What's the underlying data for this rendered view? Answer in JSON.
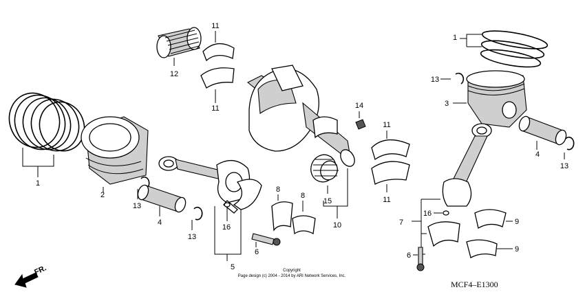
{
  "diagram_code": "MCF4–E1300",
  "copyright_line1": "Copyright",
  "copyright_line2": "Page design (c) 2004 - 2014 by ARI Network Services, Inc.",
  "direction_label": "FR.",
  "callouts": {
    "c1_left": "1",
    "c1_right": "1",
    "c2": "2",
    "c3": "3",
    "c4_left": "4",
    "c4_right": "4",
    "c5": "5",
    "c6_left": "6",
    "c6_right": "6",
    "c7": "7",
    "c8_a": "8",
    "c8_b": "8",
    "c9_a": "9",
    "c9_b": "9",
    "c10": "10",
    "c11_top": "11",
    "c11_mid": "11",
    "c11_r_top": "11",
    "c11_r_bot": "11",
    "c12": "12",
    "c13_l1": "13",
    "c13_l2": "13",
    "c13_r1": "13",
    "c13_r2": "13",
    "c14": "14",
    "c15": "15",
    "c16_left": "16",
    "c16_right": "16"
  },
  "part_icons": [
    "piston-rings-icon",
    "piston-icon",
    "piston-pin-icon",
    "connecting-rod-icon",
    "rod-bolt-icon",
    "bearing-shell-icon",
    "crankshaft-icon",
    "needle-bearing-icon",
    "circlip-icon",
    "key-icon",
    "dowel-pin-icon",
    "front-arrow-icon"
  ]
}
